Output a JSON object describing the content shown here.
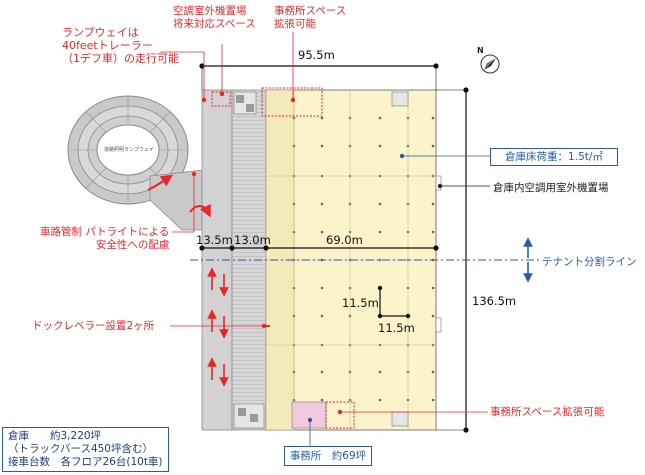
{
  "ramp_note": [
    "ランプウェイは",
    "40feetトレーラー",
    "（1デフ車）の走行可能"
  ],
  "ramp_label": "道路照明ランプウェイ",
  "ac_note": [
    "空調室外機置場",
    "将来対応スペース"
  ],
  "office_expand_top": [
    "事務所スペース",
    "拡張可能"
  ],
  "safety_note": [
    "車路管制 パトライトによる",
    "安全性への配慮"
  ],
  "dock_note": "ドックレベラー設置2ヶ所",
  "dims": {
    "width": "95.5m",
    "d1": "13.5m",
    "d2": "13.0m",
    "d3": "69.0m",
    "height": "136.5m",
    "span_v": "11.5m",
    "span_h": "11.5m"
  },
  "floor_load": "倉庫床荷重：1.5t/㎡",
  "indoor_ac": "倉庫内空調用室外機置場",
  "tenant_line": "テナント分割ライン",
  "office_expand_bottom": "事務所スペース拡張可能",
  "office_label": "事務所　約69坪",
  "info": [
    "倉庫　　約3,220坪",
    "（トラックバース450坪含む）",
    "接車台数　各フロア26台(10t車)"
  ],
  "north_label": "N",
  "colors": {
    "warehouse": "#fbf3c9",
    "red": "#e8262b",
    "blue": "#2a5ba8",
    "office": "#f2c9dc",
    "gray": "#c8c8c8"
  }
}
